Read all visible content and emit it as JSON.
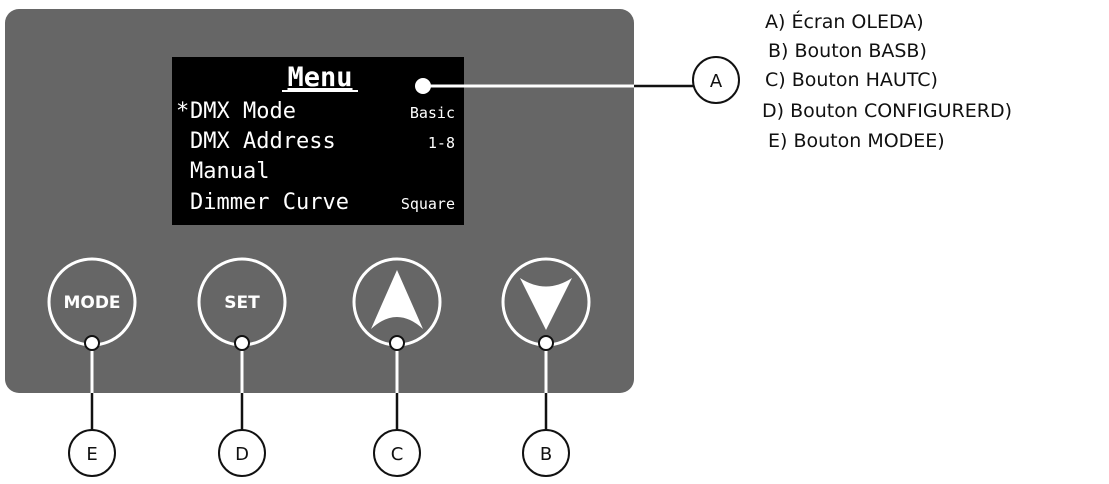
{
  "screen": {
    "title": "Menu",
    "rows": [
      {
        "marker": "*",
        "label": "DMX Mode",
        "value": "Basic"
      },
      {
        "marker": "",
        "label": "DMX Address",
        "value": "1-8"
      },
      {
        "marker": "",
        "label": "Manual",
        "value": ""
      },
      {
        "marker": "",
        "label": "Dimmer Curve",
        "value": "Square"
      }
    ]
  },
  "buttons": {
    "mode_label": "MODE",
    "set_label": "SET",
    "up_icon": "up-arrow-icon",
    "down_icon": "down-arrow-icon"
  },
  "callouts": {
    "a": "A",
    "b": "B",
    "c": "C",
    "d": "D",
    "e": "E"
  },
  "legend": [
    "A) Écran OLEDA)",
    "B) Bouton BASB)",
    "C) Bouton HAUTC)",
    "D) Bouton CONFIGURERD)",
    "E) Bouton MODEE)"
  ],
  "colors": {
    "panel": "#666666",
    "screen": "#000000",
    "text_on_dark": "#ffffff",
    "line": "#111111"
  }
}
